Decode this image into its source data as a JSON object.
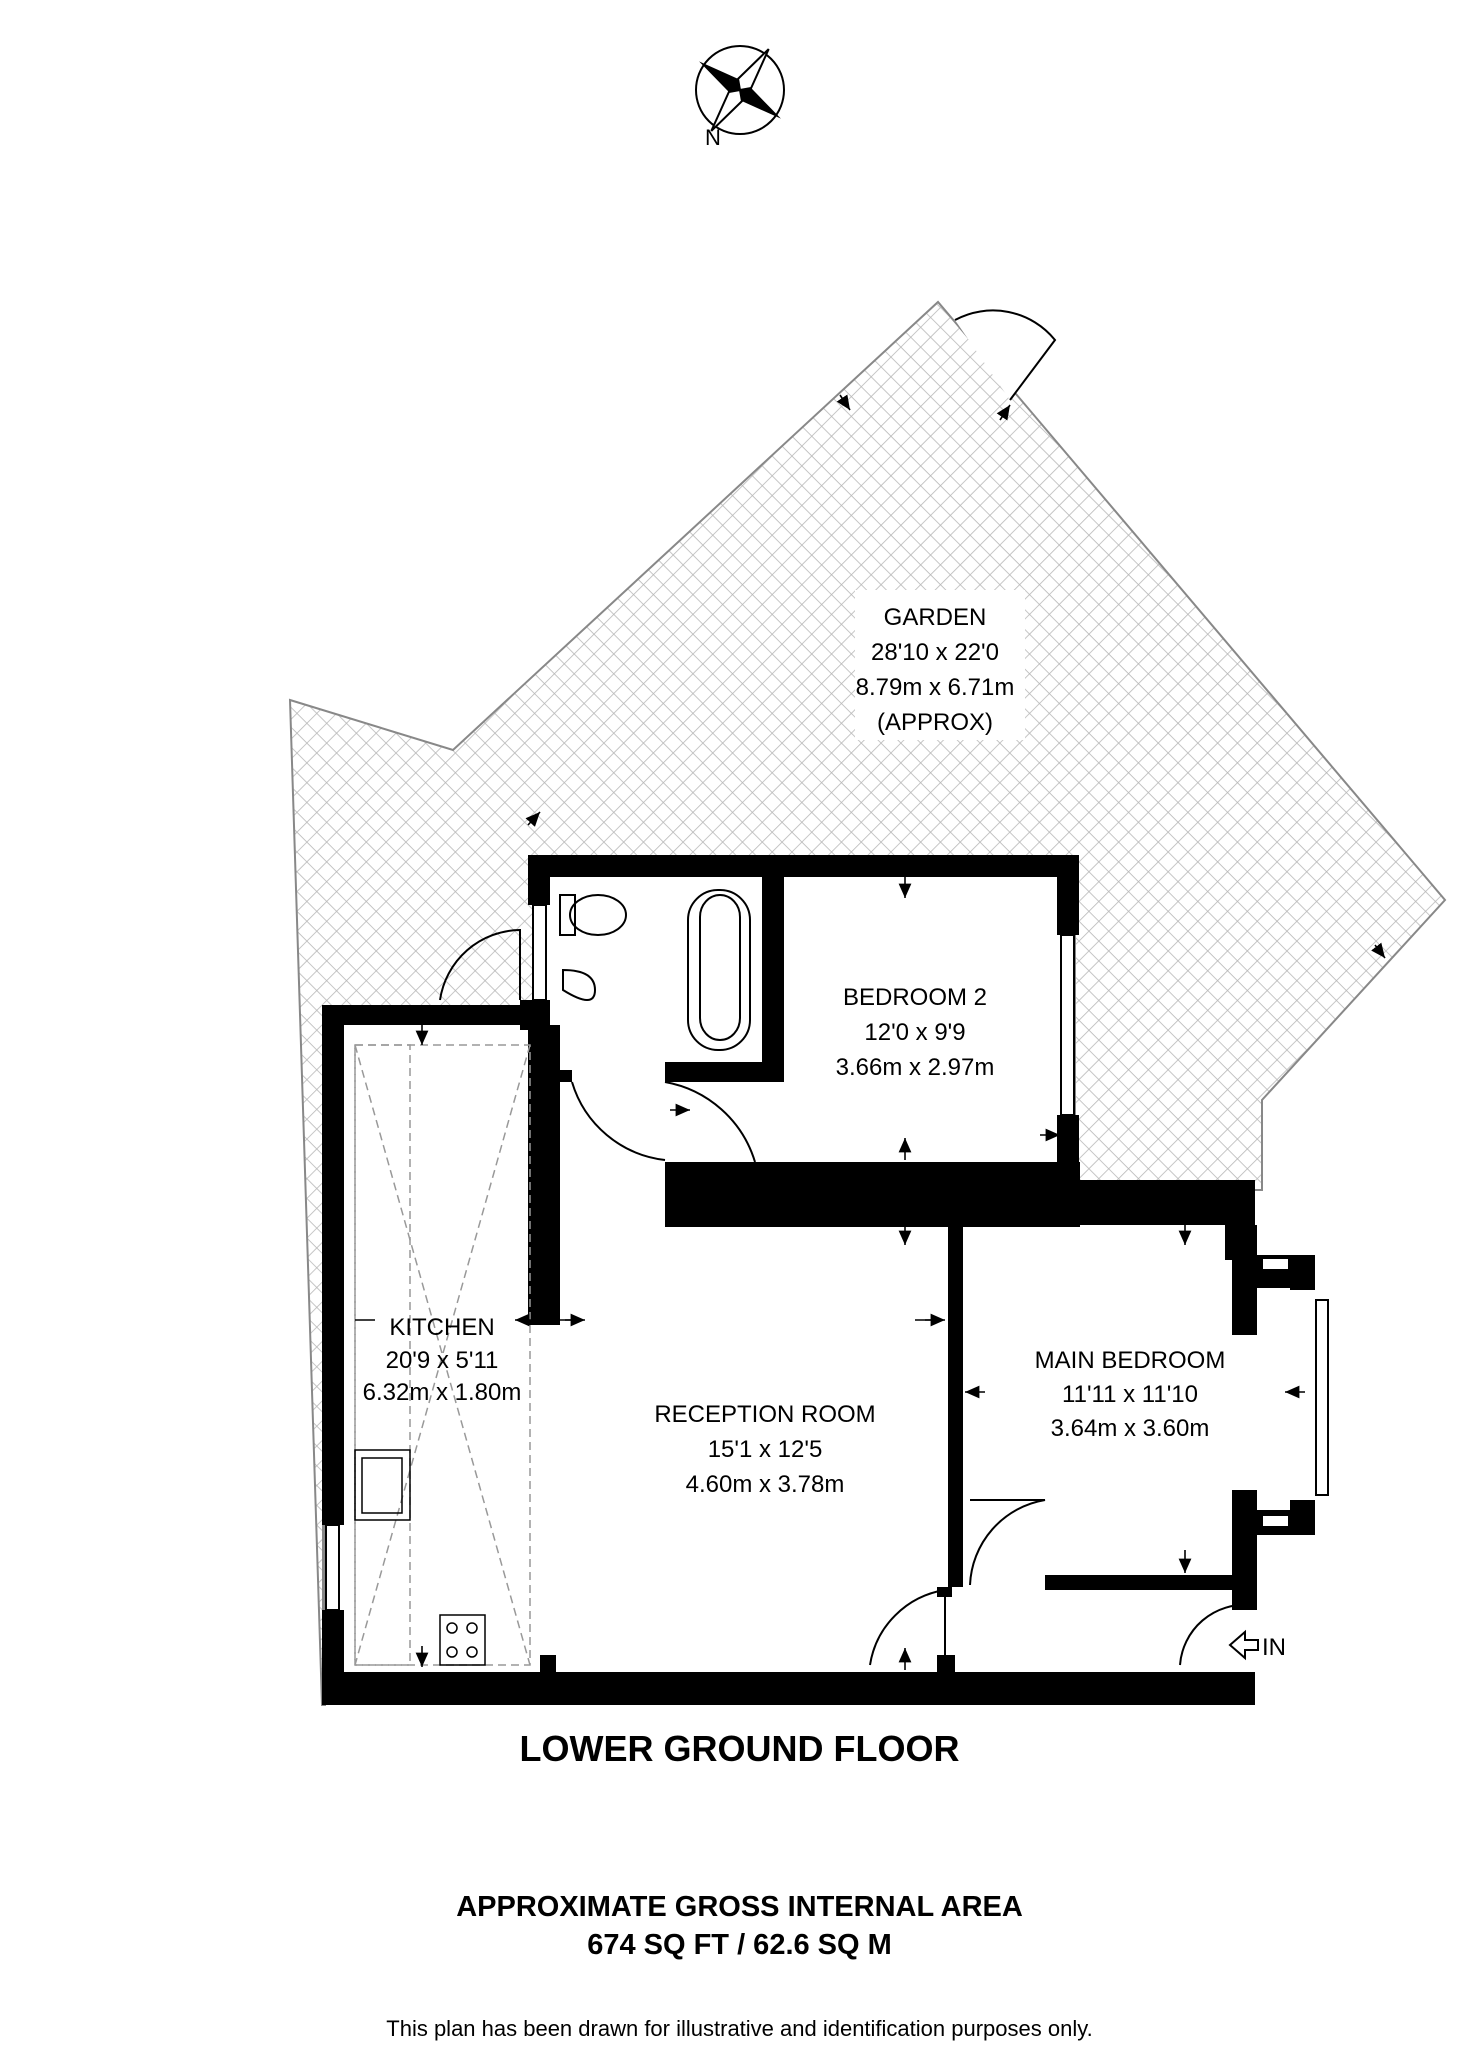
{
  "compass": {
    "label": "N",
    "icon": "compass-rose-icon"
  },
  "rooms": {
    "garden": {
      "name": "GARDEN",
      "imperial": "28'10 x 22'0",
      "metric": "8.79m x 6.71m",
      "note": "(APPROX)"
    },
    "bedroom2": {
      "name": "BEDROOM 2",
      "imperial": "12'0 x 9'9",
      "metric": "3.66m x 2.97m"
    },
    "kitchen": {
      "name": "KITCHEN",
      "imperial": "20'9 x 5'11",
      "metric": "6.32m x 1.80m"
    },
    "reception": {
      "name": "RECEPTION ROOM",
      "imperial": "15'1 x 12'5",
      "metric": "4.60m x 3.78m"
    },
    "main_bedroom": {
      "name": "MAIN BEDROOM",
      "imperial": "11'11 x 11'10",
      "metric": "3.64m x 3.60m"
    }
  },
  "entrance": {
    "label": "IN"
  },
  "floor_title": "LOWER GROUND FLOOR",
  "area": {
    "heading": "APPROXIMATE GROSS INTERNAL AREA",
    "value": "674 SQ FT / 62.6 SQ M"
  },
  "disclaimer": "This plan has been drawn for illustrative and identification purposes only.",
  "colors": {
    "wall": "#000000",
    "hatch": "#b8b8b8",
    "background": "#ffffff"
  }
}
